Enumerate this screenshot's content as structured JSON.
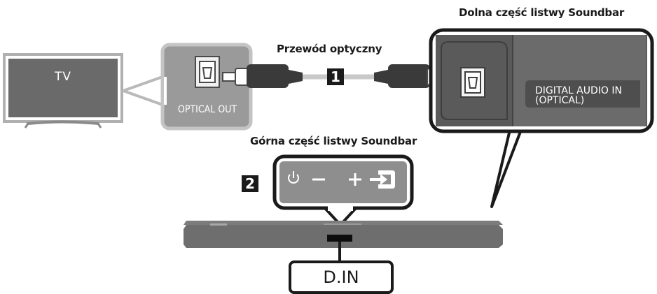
{
  "labels": {
    "bottom_soundbar": "Dolna część listwy Soundbar",
    "optical_cable": "Przewód optyczny",
    "top_soundbar": "Górna część listwy Soundbar"
  },
  "tv": {
    "label": "TV"
  },
  "tv_port": {
    "label": "OPTICAL OUT"
  },
  "soundbar_port": {
    "label_line1": "DIGITAL AUDIO IN",
    "label_line2": "(OPTICAL)"
  },
  "steps": {
    "one": "1",
    "two": "2"
  },
  "soundbar_display": {
    "text": "D.IN"
  },
  "control_icons": [
    "power-icon",
    "volume-down-icon",
    "volume-up-icon",
    "source-input-icon"
  ],
  "colors": {
    "panel_dark": "#5b5b5b",
    "panel_light": "#9a9a9a",
    "outline": "#b9b9b9",
    "ink": "#1a1a1a"
  }
}
